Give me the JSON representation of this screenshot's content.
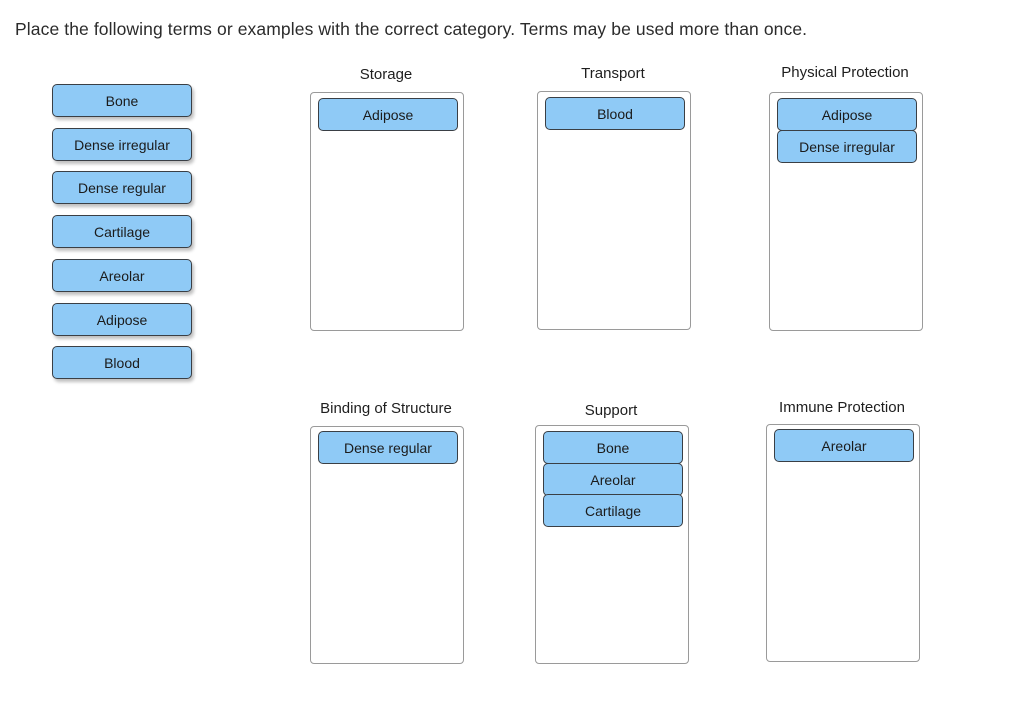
{
  "instruction": "Place the following terms or examples with the correct category.  Terms may be used more than once.",
  "bank": [
    "Bone",
    "Dense irregular",
    "Dense regular",
    "Cartilage",
    "Areolar",
    "Adipose",
    "Blood"
  ],
  "zones": [
    {
      "title": "Storage",
      "items": [
        "Adipose"
      ]
    },
    {
      "title": "Transport",
      "items": [
        "Blood"
      ]
    },
    {
      "title": "Physical Protection",
      "items": [
        "Adipose",
        "Dense irregular"
      ]
    },
    {
      "title": "Binding of Structure",
      "items": [
        "Dense regular"
      ]
    },
    {
      "title": "Support",
      "items": [
        "Bone",
        "Areolar",
        "Cartilage"
      ]
    },
    {
      "title": "Immune Protection",
      "items": [
        "Areolar"
      ]
    }
  ],
  "colors": {
    "term_fill": "#8fcaf6",
    "term_border": "#3a3f45",
    "zone_border": "#9a9a9a"
  }
}
